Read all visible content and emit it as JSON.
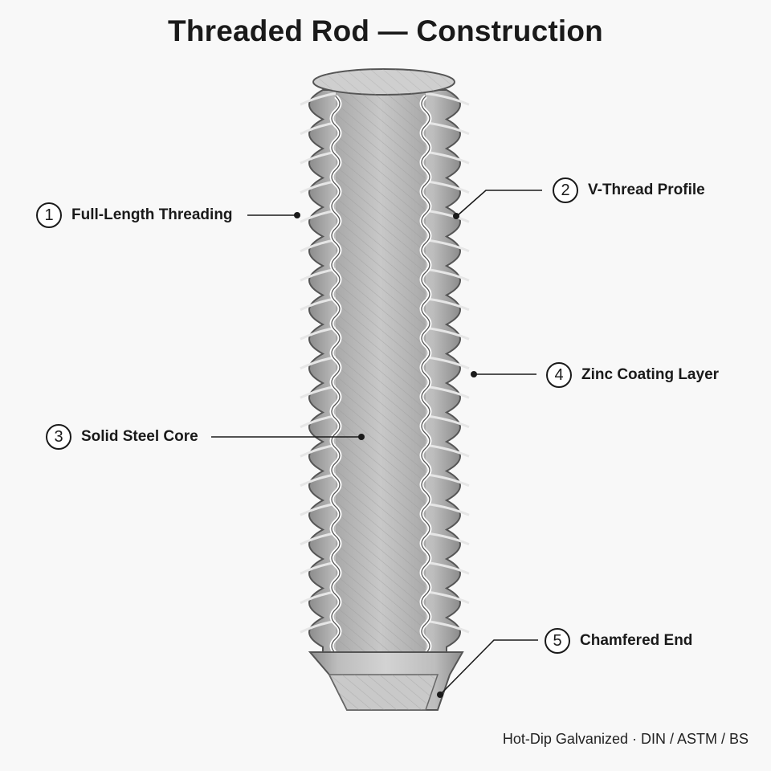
{
  "title": "Threaded Rod — Construction",
  "callouts": [
    {
      "number": "1",
      "label": "Full-Length Threading"
    },
    {
      "number": "2",
      "label": "V-Thread Profile"
    },
    {
      "number": "3",
      "label": "Solid Steel Core"
    },
    {
      "number": "4",
      "label": "Zinc Coating Layer"
    },
    {
      "number": "5",
      "label": "Chamfered End"
    }
  ],
  "footer": "Hot-Dip Galvanized · DIN / ASTM / BS",
  "colors": {
    "background": "#f8f8f8",
    "steel_light": "#d7d7d7",
    "steel_mid": "#b3b3b3",
    "steel_dark": "#8c8c8c",
    "outline": "#555555",
    "leader": "#1a1a1a"
  }
}
